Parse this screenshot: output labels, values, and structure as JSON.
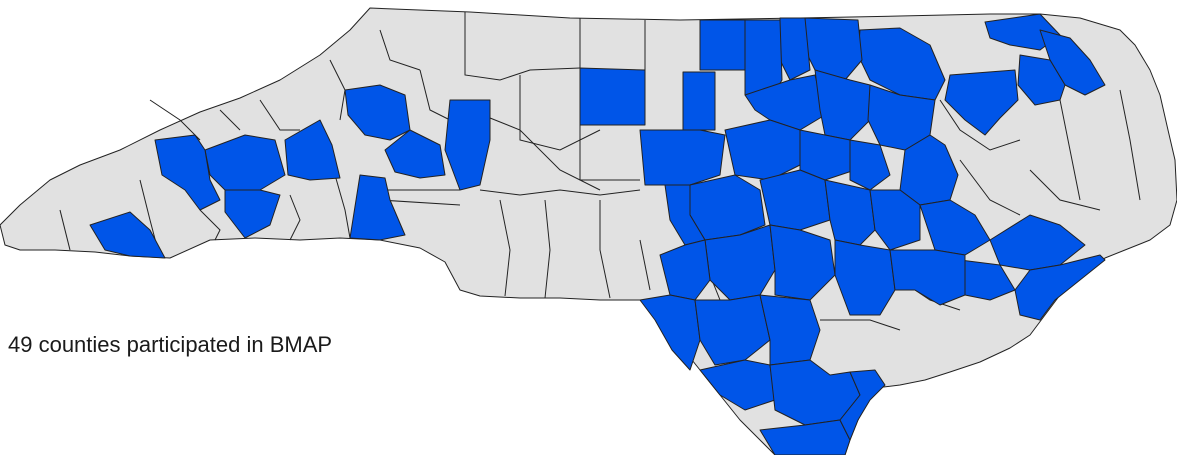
{
  "caption": "49 counties participated in BMAP",
  "colors": {
    "participating": "#0055E8",
    "not_participating": "#E1E1E1",
    "border": "#222222"
  },
  "regions": [
    {
      "id": "state-outline",
      "participated": false
    },
    {
      "id": "county-a",
      "participated": true
    },
    {
      "id": "county-b",
      "participated": true
    },
    {
      "id": "county-c",
      "participated": true
    },
    {
      "id": "county-d",
      "participated": true
    },
    {
      "id": "county-e",
      "participated": true
    },
    {
      "id": "county-f",
      "participated": true
    },
    {
      "id": "county-g",
      "participated": true
    },
    {
      "id": "county-h",
      "participated": true
    },
    {
      "id": "county-i",
      "participated": true
    },
    {
      "id": "county-j",
      "participated": true
    },
    {
      "id": "county-k",
      "participated": true
    },
    {
      "id": "county-l",
      "participated": true
    },
    {
      "id": "county-m",
      "participated": true
    },
    {
      "id": "county-n",
      "participated": true
    },
    {
      "id": "county-o",
      "participated": true
    },
    {
      "id": "county-p",
      "participated": true
    },
    {
      "id": "county-q",
      "participated": true
    },
    {
      "id": "county-r",
      "participated": true
    },
    {
      "id": "county-s",
      "participated": true
    },
    {
      "id": "county-t",
      "participated": true
    },
    {
      "id": "county-u",
      "participated": true
    },
    {
      "id": "county-v",
      "participated": true
    },
    {
      "id": "county-w",
      "participated": true
    },
    {
      "id": "county-x",
      "participated": true
    },
    {
      "id": "county-y",
      "participated": true
    },
    {
      "id": "county-z",
      "participated": true
    },
    {
      "id": "county-aa",
      "participated": true
    },
    {
      "id": "county-ab",
      "participated": true
    },
    {
      "id": "county-ac",
      "participated": true
    },
    {
      "id": "county-ad",
      "participated": true
    },
    {
      "id": "county-ae",
      "participated": true
    },
    {
      "id": "county-af",
      "participated": true
    },
    {
      "id": "county-ag",
      "participated": true
    },
    {
      "id": "county-ah",
      "participated": true
    },
    {
      "id": "county-ai",
      "participated": true
    },
    {
      "id": "county-aj",
      "participated": true
    },
    {
      "id": "county-ak",
      "participated": true
    },
    {
      "id": "county-al",
      "participated": true
    },
    {
      "id": "county-am",
      "participated": true
    },
    {
      "id": "county-an",
      "participated": true
    },
    {
      "id": "county-ao",
      "participated": true
    },
    {
      "id": "county-ap",
      "participated": true
    },
    {
      "id": "county-aq",
      "participated": true
    },
    {
      "id": "county-ar",
      "participated": true
    },
    {
      "id": "county-as",
      "participated": true
    },
    {
      "id": "county-at",
      "participated": true
    },
    {
      "id": "county-au",
      "participated": true
    },
    {
      "id": "county-av",
      "participated": true
    },
    {
      "id": "county-aw",
      "participated": true
    }
  ]
}
